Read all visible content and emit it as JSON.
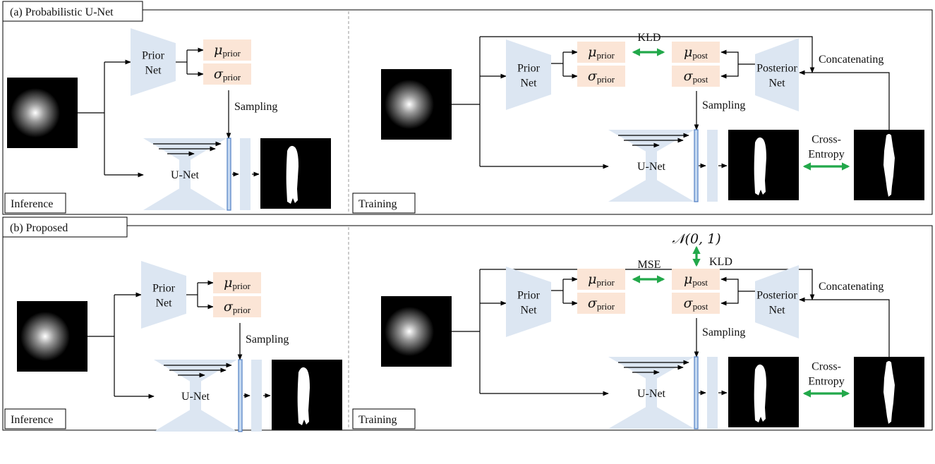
{
  "panels": [
    {
      "title": "(a) Probabilistic U-Net",
      "inference": {
        "tag": "Inference",
        "prior_net": [
          "Prior",
          "Net"
        ],
        "mu": {
          "sym": "μ",
          "sub": "prior"
        },
        "sigma": {
          "sym": "σ",
          "sub": "prior"
        },
        "sampling": "Sampling",
        "unet": "U-Net"
      },
      "training": {
        "tag": "Training",
        "prior_net": [
          "Prior",
          "Net"
        ],
        "posterior_net": [
          "Posterior",
          "Net"
        ],
        "mu_prior": {
          "sym": "μ",
          "sub": "prior"
        },
        "sigma_prior": {
          "sym": "σ",
          "sub": "prior"
        },
        "mu_post": {
          "sym": "μ",
          "sub": "post"
        },
        "sigma_post": {
          "sym": "σ",
          "sub": "post"
        },
        "compare_label": "KLD",
        "sampling": "Sampling",
        "unet": "U-Net",
        "concat": "Concatenating",
        "loss": [
          "Cross-",
          "Entropy"
        ]
      }
    },
    {
      "title": "(b) Proposed",
      "inference": {
        "tag": "Inference",
        "prior_net": [
          "Prior",
          "Net"
        ],
        "mu": {
          "sym": "μ",
          "sub": "prior"
        },
        "sigma": {
          "sym": "σ",
          "sub": "prior"
        },
        "sampling": "Sampling",
        "unet": "U-Net"
      },
      "training": {
        "tag": "Training",
        "prior_net": [
          "Prior",
          "Net"
        ],
        "posterior_net": [
          "Posterior",
          "Net"
        ],
        "mu_prior": {
          "sym": "μ",
          "sub": "prior"
        },
        "sigma_prior": {
          "sym": "σ",
          "sub": "prior"
        },
        "mu_post": {
          "sym": "μ",
          "sub": "post"
        },
        "sigma_post": {
          "sym": "σ",
          "sub": "post"
        },
        "compare_label": "MSE",
        "normal": "𝒩(0, 1)",
        "normal_label": "KLD",
        "sampling": "Sampling",
        "unet": "U-Net",
        "concat": "Concatenating",
        "loss": [
          "Cross-",
          "Entropy"
        ]
      }
    }
  ],
  "colors": {
    "net_fill": "#dce6f2",
    "stat_fill": "#fbe5d6",
    "arrow_green": "#22a84a",
    "latent_bar": "#c5d9f1",
    "latent_bar_stroke": "#4f7ec3"
  }
}
